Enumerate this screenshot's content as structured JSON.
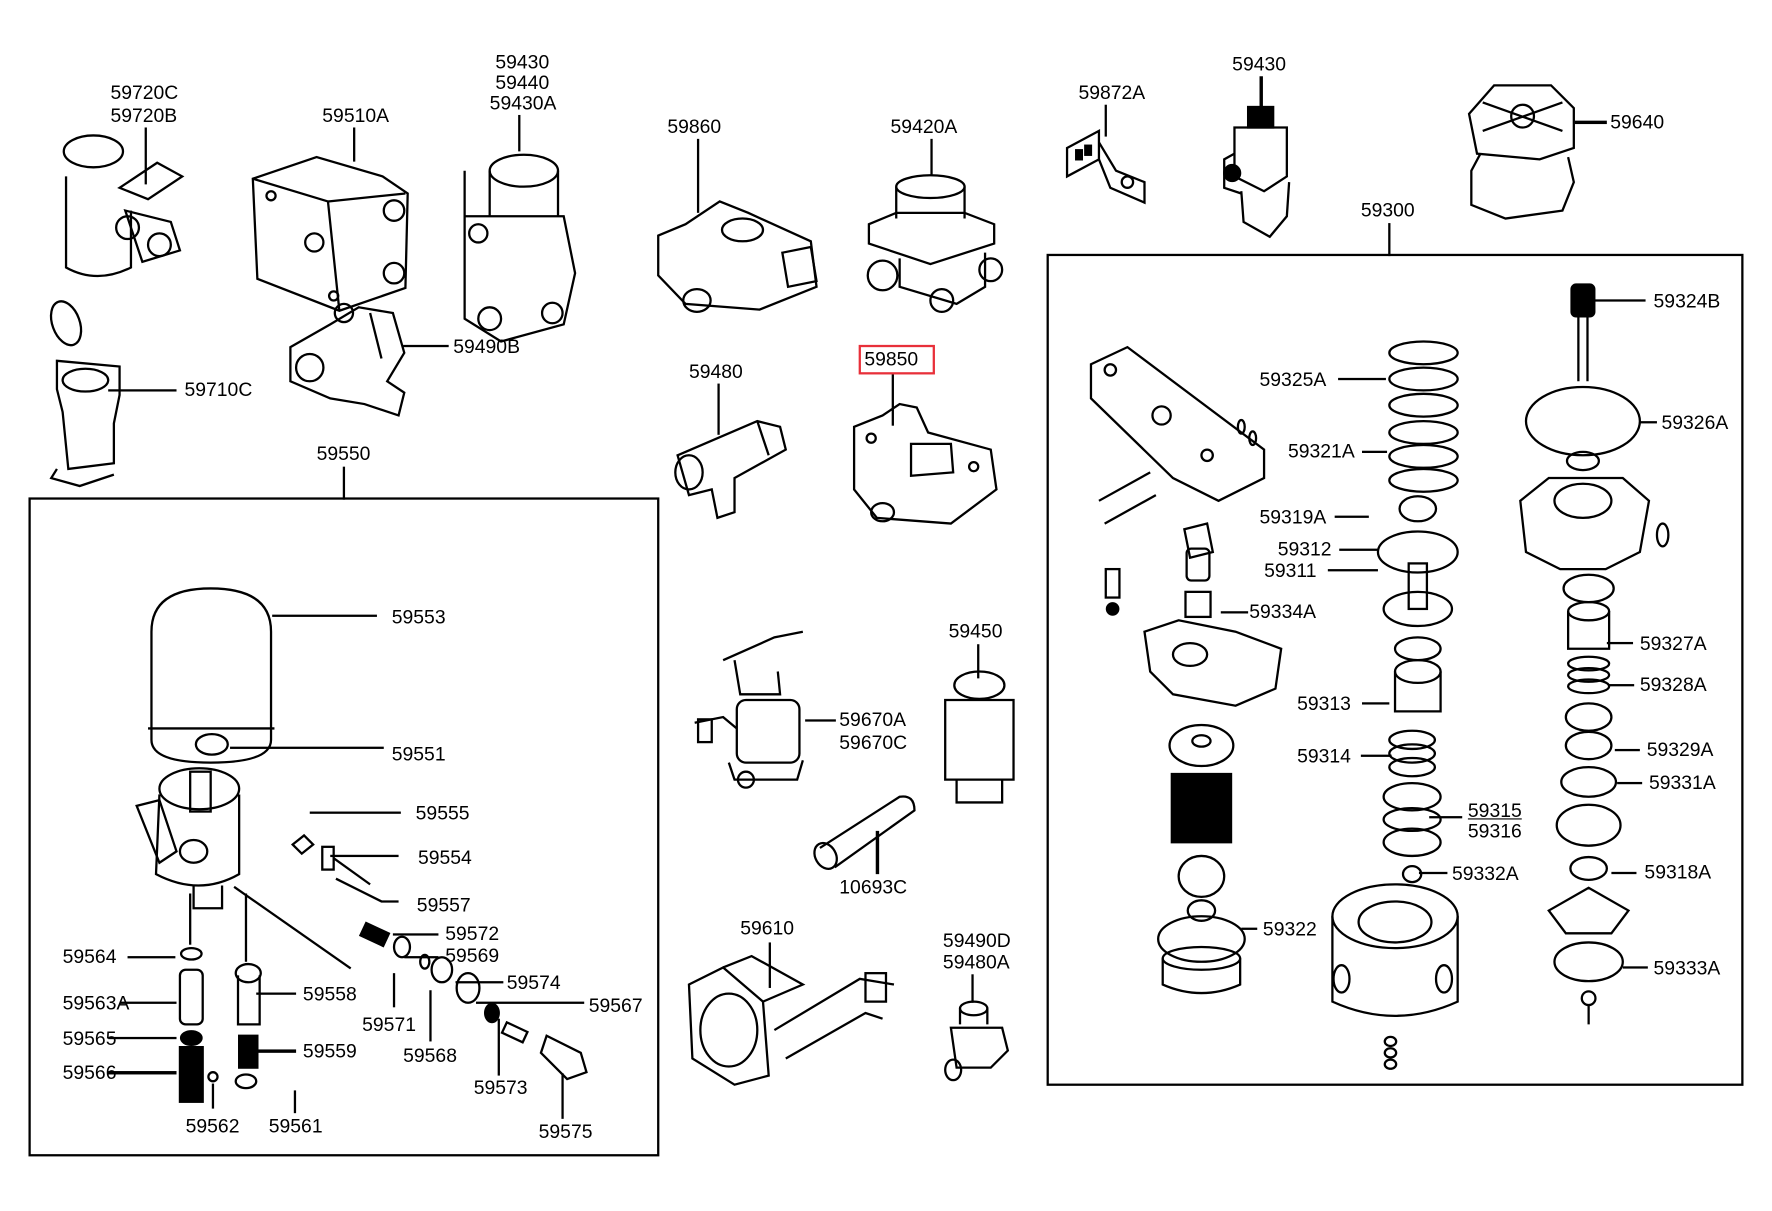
{
  "diagram": {
    "type": "exploded-parts-diagram",
    "highlighted_part": "59850",
    "highlight_color": "#e8303a",
    "groups": [
      {
        "assembly": "59550",
        "members": [
          "59553",
          "59551",
          "59555",
          "59554",
          "59557",
          "59572",
          "59569",
          "59574",
          "59567",
          "59571",
          "59568",
          "59573",
          "59575",
          "59564",
          "59563A",
          "59565",
          "59566",
          "59562",
          "59558",
          "59559",
          "59561"
        ]
      },
      {
        "assembly": "59300",
        "members": [
          "59324B",
          "59325A",
          "59326A",
          "59321A",
          "59319A",
          "59312",
          "59311",
          "59334A",
          "59327A",
          "59328A",
          "59313",
          "59329A",
          "59314",
          "59331A",
          "59315",
          "59316",
          "59332A",
          "59318A",
          "59322",
          "59333A"
        ]
      }
    ]
  },
  "labels": {
    "p59720C": "59720C",
    "p59720B": "59720B",
    "p59510A": "59510A",
    "p59430_top": "59430",
    "p59440": "59440",
    "p59430A": "59430A",
    "p59860": "59860",
    "p59420A": "59420A",
    "p59872A": "59872A",
    "p59430_right": "59430",
    "p59640": "59640",
    "p59300": "59300",
    "p59710C": "59710C",
    "p59490B": "59490B",
    "p59480": "59480",
    "p59850": "59850",
    "p59550": "59550",
    "p59553": "59553",
    "p59551": "59551",
    "p59555": "59555",
    "p59554": "59554",
    "p59557": "59557",
    "p59572": "59572",
    "p59569": "59569",
    "p59574": "59574",
    "p59567": "59567",
    "p59571": "59571",
    "p59568": "59568",
    "p59573": "59573",
    "p59575": "59575",
    "p59564": "59564",
    "p59563A": "59563A",
    "p59565": "59565",
    "p59566": "59566",
    "p59562": "59562",
    "p59558": "59558",
    "p59559": "59559",
    "p59561": "59561",
    "p59670A": "59670A",
    "p59670C": "59670C",
    "p59450": "59450",
    "p10693C": "10693C",
    "p59610": "59610",
    "p59490D": "59490D",
    "p59480A": "59480A",
    "p59324B": "59324B",
    "p59325A": "59325A",
    "p59326A": "59326A",
    "p59321A": "59321A",
    "p59319A": "59319A",
    "p59312": "59312",
    "p59311": "59311",
    "p59334A": "59334A",
    "p59327A": "59327A",
    "p59328A": "59328A",
    "p59313": "59313",
    "p59329A": "59329A",
    "p59314": "59314",
    "p59331A": "59331A",
    "p59315": "59315",
    "p59316": "59316",
    "p59332A": "59332A",
    "p59318A": "59318A",
    "p59322": "59322",
    "p59333A": "59333A"
  }
}
